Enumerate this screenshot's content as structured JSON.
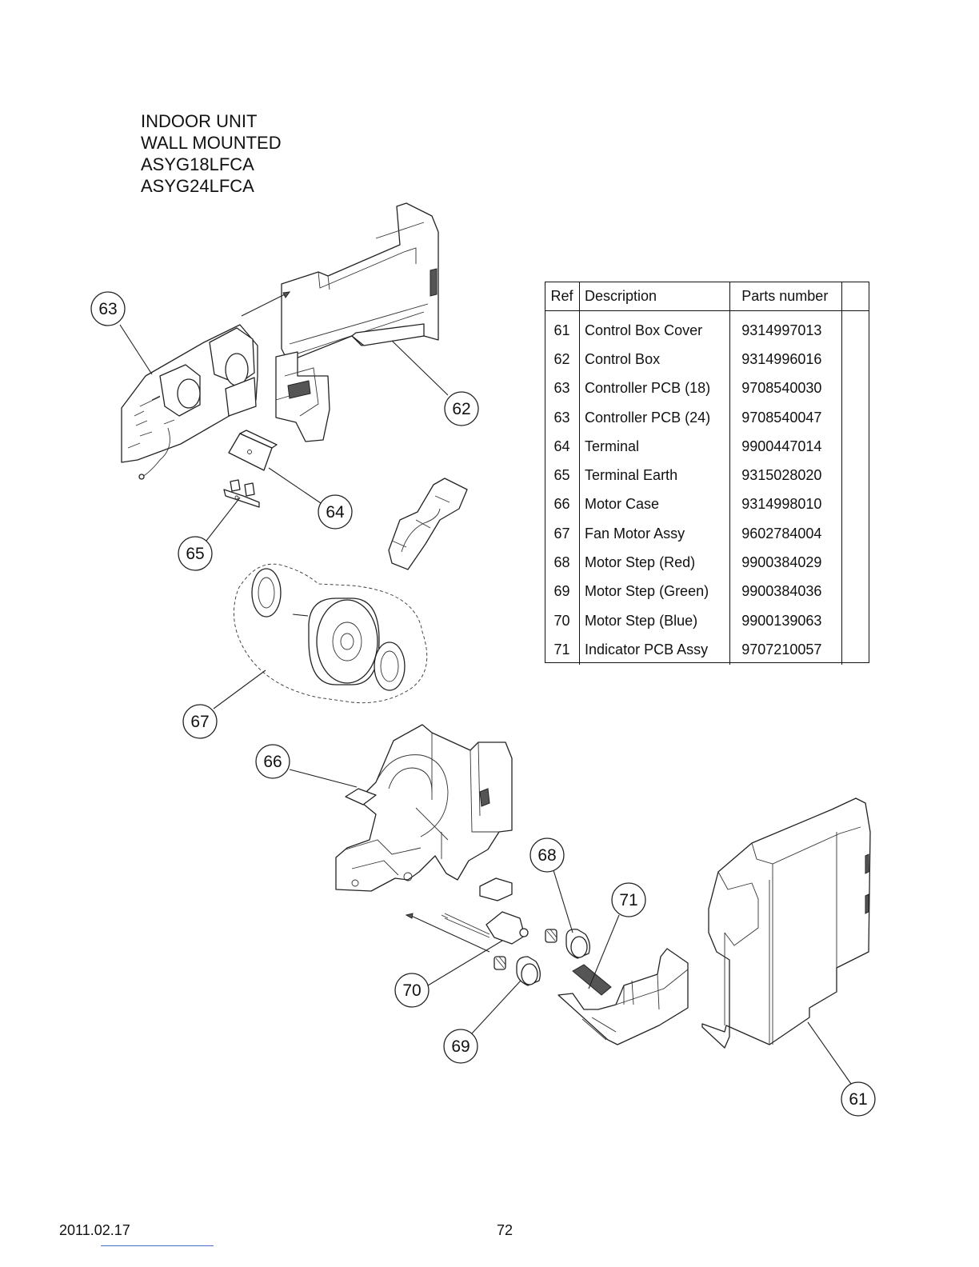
{
  "header": {
    "line1": "INDOOR UNIT",
    "line2": "WALL MOUNTED",
    "line3": "ASYG18LFCA",
    "line4": "ASYG24LFCA"
  },
  "table": {
    "headers": {
      "ref": "Ref",
      "description": "Description",
      "parts_number": "Parts number"
    },
    "rows": [
      {
        "ref": "61",
        "description": "Control Box Cover",
        "parts_number": "9314997013"
      },
      {
        "ref": "62",
        "description": "Control Box",
        "parts_number": "9314996016"
      },
      {
        "ref": "63",
        "description": "Controller PCB (18)",
        "parts_number": "9708540030"
      },
      {
        "ref": "63",
        "description": "Controller PCB (24)",
        "parts_number": "9708540047"
      },
      {
        "ref": "64",
        "description": "Terminal",
        "parts_number": "9900447014"
      },
      {
        "ref": "65",
        "description": "Terminal Earth",
        "parts_number": "9315028020"
      },
      {
        "ref": "66",
        "description": "Motor Case",
        "parts_number": "9314998010"
      },
      {
        "ref": "67",
        "description": "Fan Motor Assy",
        "parts_number": "9602784004"
      },
      {
        "ref": "68",
        "description": "Motor Step (Red)",
        "parts_number": "9900384029"
      },
      {
        "ref": "69",
        "description": "Motor Step (Green)",
        "parts_number": "9900384036"
      },
      {
        "ref": "70",
        "description": "Motor Step (Blue)",
        "parts_number": "9900139063"
      },
      {
        "ref": "71",
        "description": "Indicator PCB Assy",
        "parts_number": "9707210057"
      }
    ]
  },
  "callouts": {
    "c61": "61",
    "c62": "62",
    "c63": "63",
    "c64": "64",
    "c65": "65",
    "c66": "66",
    "c67": "67",
    "c68": "68",
    "c69": "69",
    "c70": "70",
    "c71": "71"
  },
  "footer": {
    "date": "2011.02.17",
    "page": "72"
  }
}
